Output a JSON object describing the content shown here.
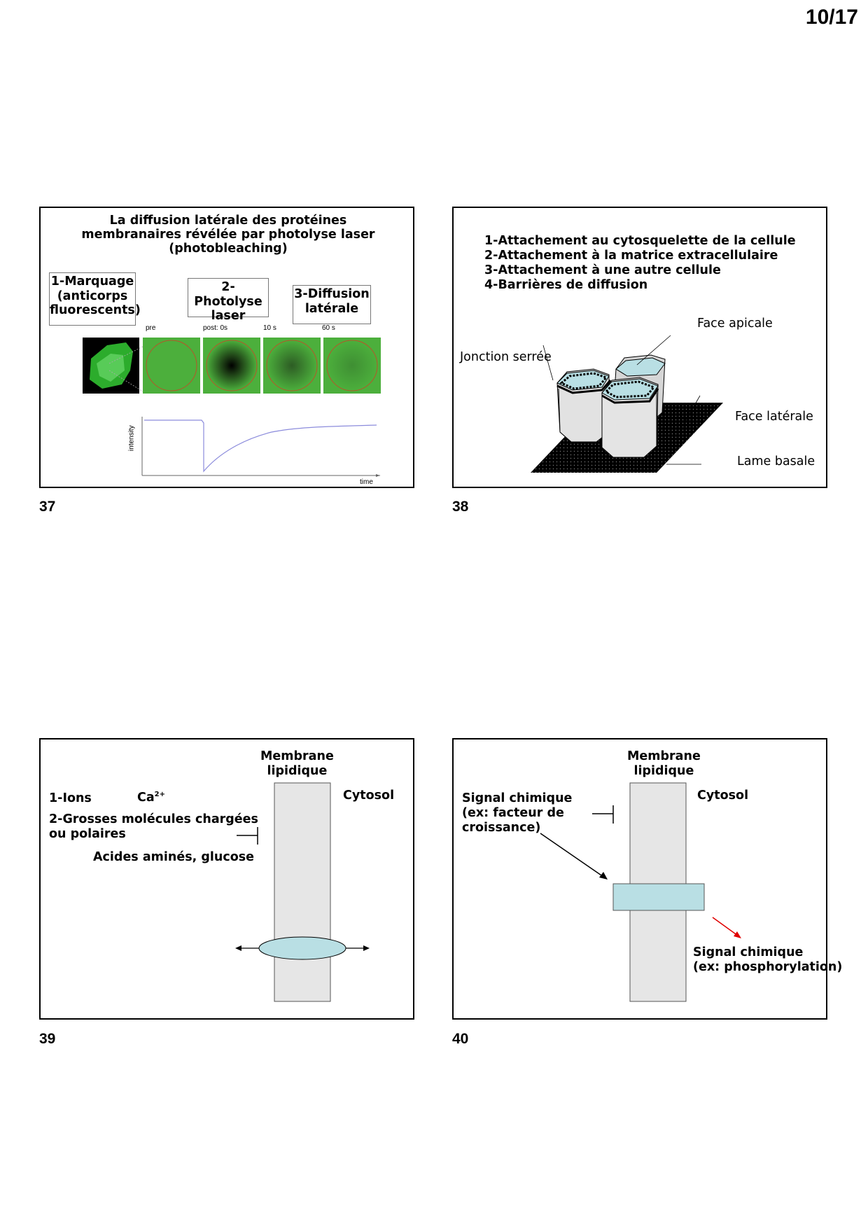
{
  "page_number": "10/17",
  "slides": [
    {
      "number": "37",
      "title_lines": [
        "La diffusion latérale des protéines",
        "membranaires révélée par photolyse laser",
        "(photobleaching)"
      ],
      "steps": [
        {
          "lines": [
            "1-Marquage",
            "(anticorps",
            "fluorescents)"
          ]
        },
        {
          "lines": [
            "2-Photolyse",
            "laser"
          ]
        },
        {
          "lines": [
            "3-Diffusion",
            "latérale"
          ]
        }
      ],
      "frame_labels": [
        "pre",
        "post: 0s",
        "10 s",
        "60 s"
      ],
      "graph": {
        "ylabel": "intensity",
        "xlabel": "time"
      }
    },
    {
      "number": "38",
      "items": [
        "1-Attachement au cytosquelette de la cellule",
        "2-Attachement à la matrice extracellulaire",
        "3-Attachement à une autre cellule",
        "4-Barrières de diffusion"
      ],
      "labels": {
        "face_apicale": "Face apicale",
        "jonction_serree": "Jonction serrée",
        "face_laterale": "Face latérale",
        "lame_basale": "Lame basale"
      }
    },
    {
      "number": "39",
      "membrane_label": [
        "Membrane",
        "lipidique"
      ],
      "cytosol": "Cytosol",
      "ions": "1-Ions",
      "calcium": {
        "base": "Ca",
        "sup": "2+"
      },
      "molecules": [
        "2-Grosses molécules chargées",
        "ou polaires"
      ],
      "examples": "Acides aminés, glucose"
    },
    {
      "number": "40",
      "membrane_label": [
        "Membrane",
        "lipidique"
      ],
      "cytosol": "Cytosol",
      "signal_in": [
        "Signal chimique",
        "(ex: facteur de",
        "croissance)"
      ],
      "signal_out": [
        "Signal chimique",
        "(ex: phosphorylation)"
      ]
    }
  ],
  "colors": {
    "gfp_green": "#4caf3c",
    "membrane_fill": "#e6e6e6",
    "protein_fill": "#b9dfe4",
    "intensity_curve": "#8c8cdc",
    "red_arrow": "#e00000"
  }
}
